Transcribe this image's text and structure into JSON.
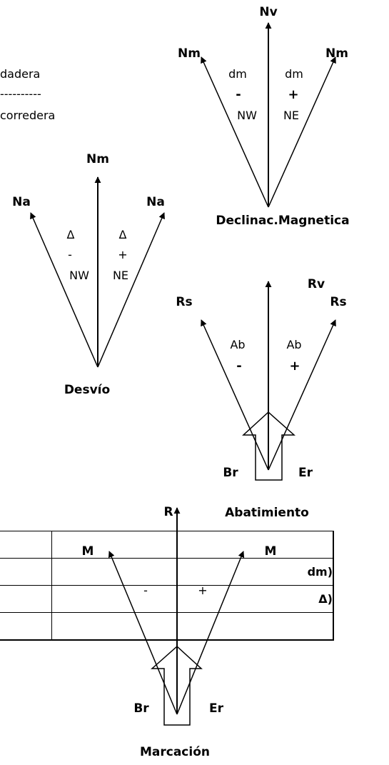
{
  "left_text": {
    "line1": "dadera",
    "dashes": "----------",
    "line3": "corredera"
  },
  "declinacion": {
    "top": "Nv",
    "left": "Nm",
    "right": "Nm",
    "dm_left": "dm",
    "dm_right": "dm",
    "sign_left": "-",
    "sign_right": "+",
    "dir_left": "NW",
    "dir_right": "NE",
    "title": "Declinac.Magnetica"
  },
  "desvio": {
    "top": "Nm",
    "left": "Na",
    "right": "Na",
    "delta_left": "Δ",
    "delta_right": "Δ",
    "sign_left": "-",
    "sign_right": "+",
    "dir_left": "NW",
    "dir_right": "NE",
    "title": "Desvío"
  },
  "abatimiento": {
    "top": "Rv",
    "left": "Rs",
    "right": "Rs",
    "ab_left": "Ab",
    "ab_right": "Ab",
    "sign_left": "-",
    "sign_right": "+",
    "port": "Br",
    "starboard": "Er",
    "title": "Abatimiento"
  },
  "marcacion": {
    "top": "R",
    "left": "M",
    "right": "M",
    "sign_left": "-",
    "sign_right": "+",
    "port": "Br",
    "starboard": "Er",
    "title": "Marcación"
  },
  "table": {
    "rows": [
      "",
      "dm)",
      "Δ)",
      ""
    ]
  }
}
